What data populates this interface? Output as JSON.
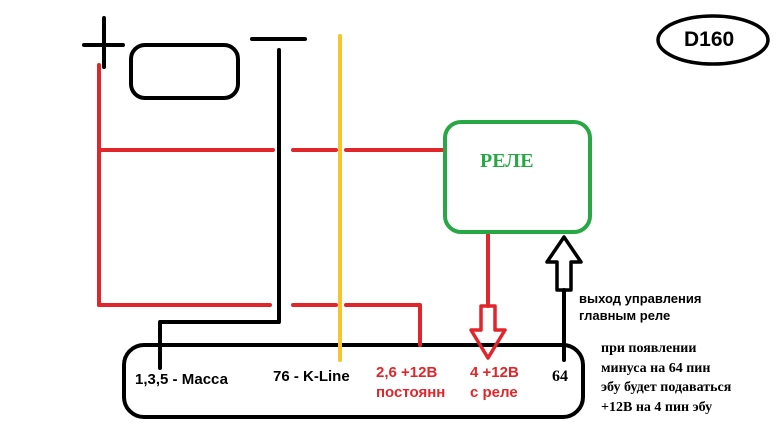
{
  "badge": "D160",
  "relay_label": "РЕЛЕ",
  "pins": {
    "ground": "1,3,5 - Масса",
    "kline": "76 - K-Line",
    "const_1": "2,6 +12В",
    "const_2": "постоянн",
    "relay_1": "4 +12В",
    "relay_2": "с реле",
    "control": "64"
  },
  "notes": {
    "output_1": "выход управления",
    "output_2": "главным реле",
    "desc": [
      "при появлении",
      "минуса  на 64 пин",
      "эбу будет подаваться",
      "+12В на 4 пин эбу"
    ]
  },
  "colors": {
    "red": "#e0262b",
    "black": "#000000",
    "yellow": "#f5c52b",
    "green": "#27a845"
  }
}
